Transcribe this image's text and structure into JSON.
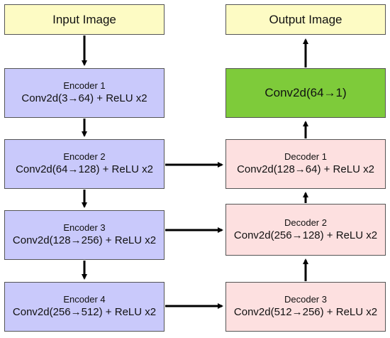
{
  "input": {
    "label": "Input Image"
  },
  "output": {
    "label": "Output Image"
  },
  "encoders": [
    {
      "title": "Encoder 1",
      "op": "Conv2d(3→64) + ReLU  x2"
    },
    {
      "title": "Encoder 2",
      "op": "Conv2d(64→128) + ReLU x2"
    },
    {
      "title": "Encoder 3",
      "op": "Conv2d(128→256) + ReLU x2"
    },
    {
      "title": "Encoder 4",
      "op": "Conv2d(256→512) + ReLU x2"
    }
  ],
  "decoders": [
    {
      "title": "Decoder 1",
      "op": "Conv2d(128→64) + ReLU x2"
    },
    {
      "title": "Decoder 2",
      "op": "Conv2d(256→128) + ReLU x2"
    },
    {
      "title": "Decoder 3",
      "op": "Conv2d(512→256) + ReLU x2"
    }
  ],
  "final": {
    "op": "Conv2d(64→1)"
  },
  "colors": {
    "io_fill": "#fdfbc4",
    "encoder_fill": "#c9c9fb",
    "decoder_fill": "#fde0e0",
    "final_fill": "#7ecb3a"
  }
}
